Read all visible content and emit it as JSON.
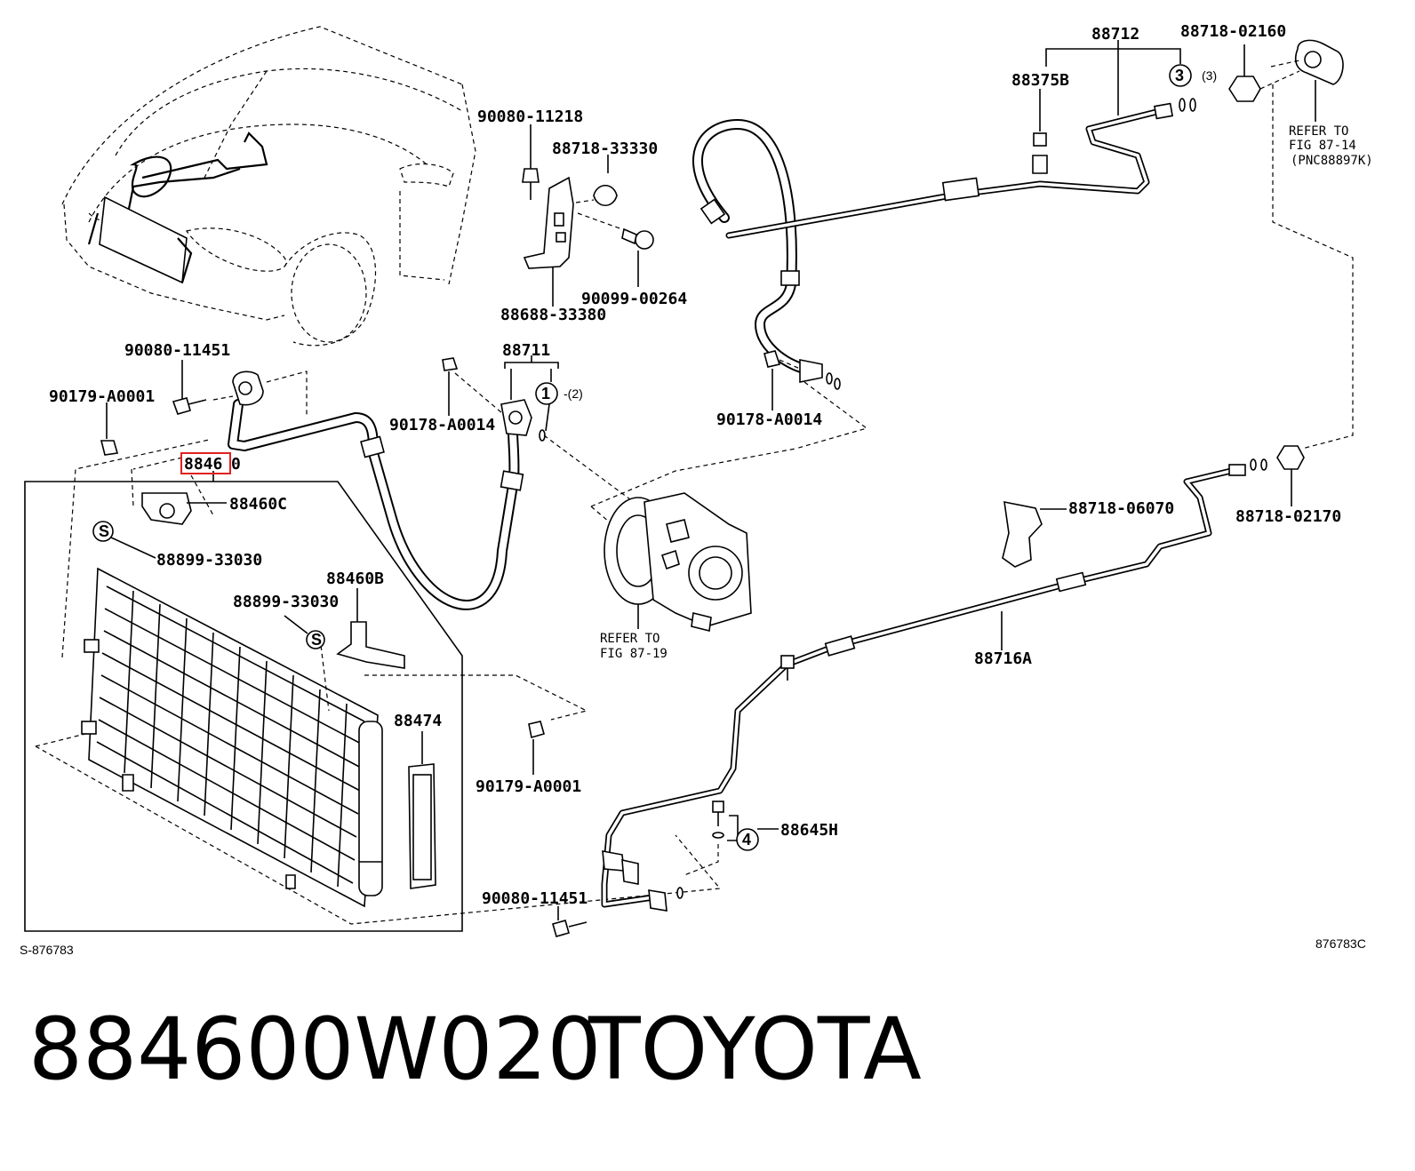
{
  "labels": {
    "p90080_11218": "90080-11218",
    "p88718_33330": "88718-33330",
    "p90099_00264": "90099-00264",
    "p88688_33380": "88688-33380",
    "p88712": "88712",
    "p88718_02160": "88718-02160",
    "p88375B": "88375B",
    "circ3": "3",
    "qty3": "(3)",
    "refer_87_14_line1": "REFER TO",
    "refer_87_14_line2": "FIG 87-14",
    "refer_87_14_line3": "(PNC88897K)",
    "p90080_11451_top": "90080-11451",
    "p90179_A0001_top": "90179-A0001",
    "p88711": "88711",
    "circ1": "1",
    "qty2": "-(2)",
    "p90178_A0014_left": "90178-A0014",
    "p90178_A0014_right": "90178-A0014",
    "p88460_highlight": "8846",
    "p88460_rest": "0",
    "p88460C": "88460C",
    "p88899_33030_a": "88899-33030",
    "p88460B": "88460B",
    "p88899_33030_b": "88899-33030",
    "s_mark": "S",
    "refer_87_19_line1": "REFER TO",
    "refer_87_19_line2": "FIG 87-19",
    "p88718_06070": "88718-06070",
    "p88718_02170": "88718-02170",
    "p88716A": "88716A",
    "p88474": "88474",
    "p90179_A0001_bottom": "90179-A0001",
    "circ4": "4",
    "p88645H": "88645H",
    "p90080_11451_bottom": "90080-11451",
    "code_left": "S-876783",
    "code_right": "876783C"
  },
  "footer": {
    "part_number": "884600W020",
    "brand": "TOYOTA"
  },
  "colors": {
    "highlight": "#e02020",
    "lines": "#000000"
  }
}
